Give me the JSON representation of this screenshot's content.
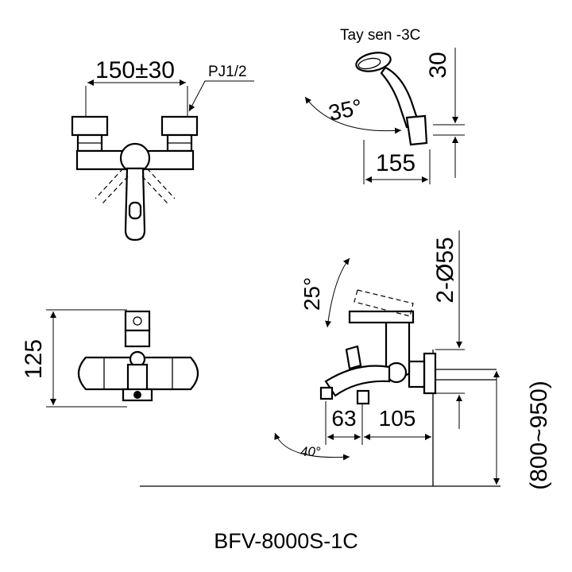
{
  "labels": {
    "model": "BFV-8000S-1C",
    "shower_head": "Tay sen -3C",
    "pipe_spacing": "150±30",
    "thread": "PJ1/2",
    "angle_handshower": "35°",
    "dim_30": "30",
    "dim_155": "155",
    "pipe_dia": "2-Ø55",
    "angle_lever": "25°",
    "dim_125": "125",
    "dim_63": "63",
    "dim_105": "105",
    "angle_spout": "40°",
    "mount_height": "(800~950)"
  }
}
